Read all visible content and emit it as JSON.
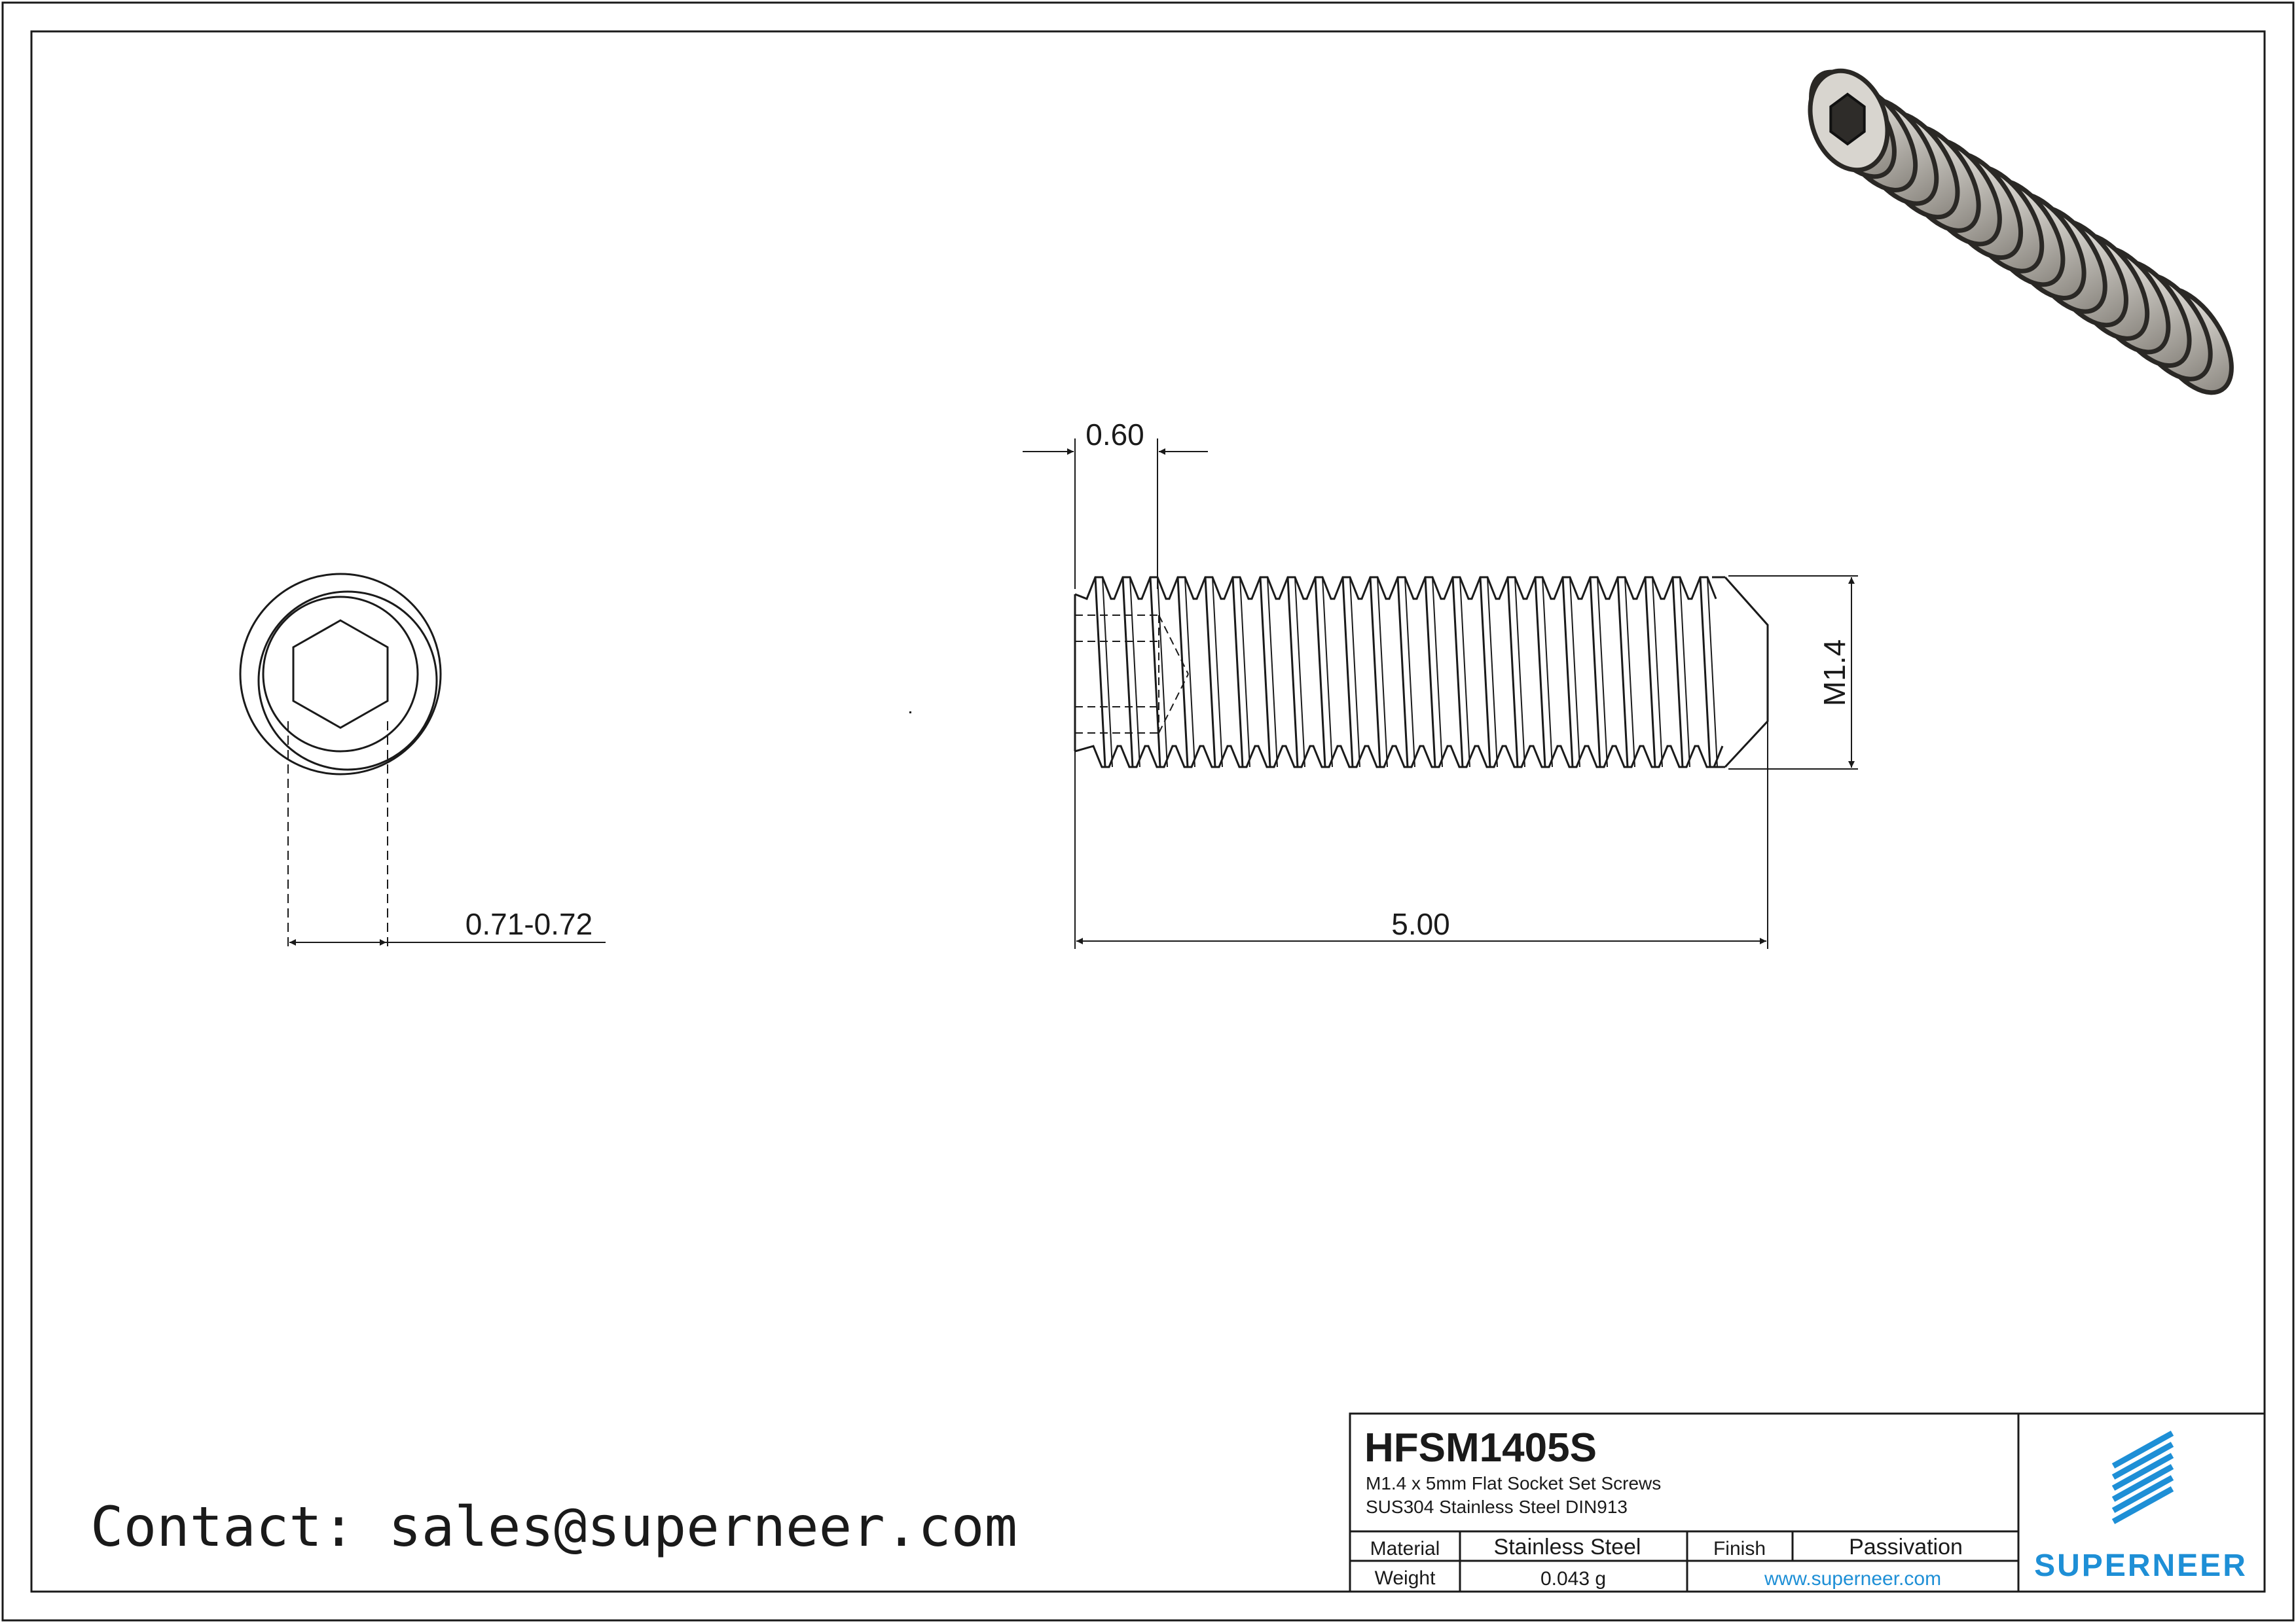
{
  "dimensions": {
    "hex_socket": "0.71-0.72",
    "length": "5.00",
    "socket_depth": "0.60",
    "thread": "M1.4"
  },
  "contact": "Contact: sales@superneer.com",
  "title_block": {
    "part_number": "HFSM1405S",
    "desc_line1": "M1.4 x 5mm Flat Socket Set Screws",
    "desc_line2": "SUS304 Stainless Steel DIN913",
    "material_label": "Material",
    "material_value": "Stainless Steel",
    "finish_label": "Finish",
    "finish_value": "Passivation",
    "weight_label": "Weight",
    "weight_value": "0.043 g",
    "website": "www.superneer.com",
    "logo_text": "SUPERNEER"
  },
  "colors": {
    "line": "#1a1a1a",
    "brand_blue": "#1e8fd6",
    "steel": "#bdbab4"
  }
}
